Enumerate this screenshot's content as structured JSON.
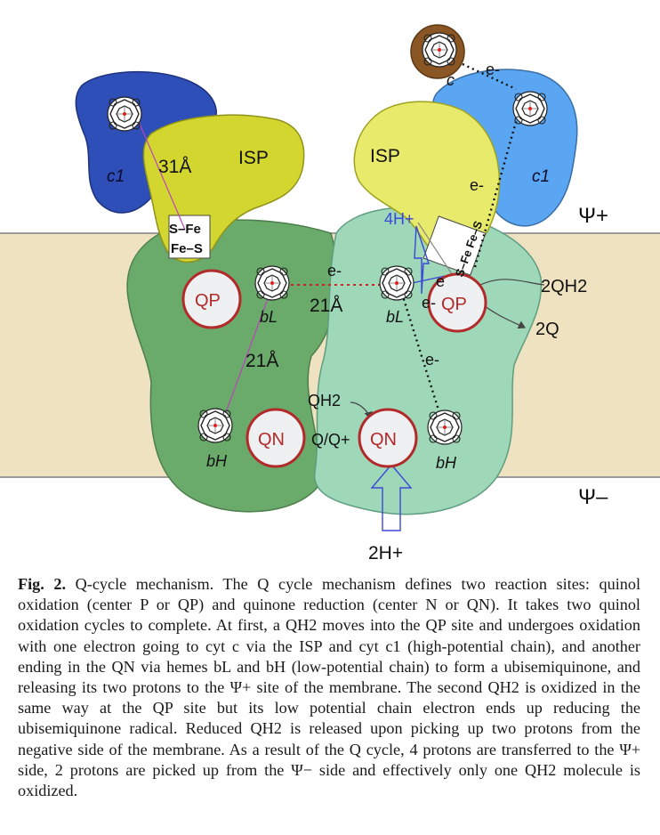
{
  "diagram": {
    "labels": {
      "c1_left": "c1",
      "c1_right": "c1",
      "c_top": "c",
      "distance_31": "31Å",
      "isp_left": "ISP",
      "isp_right": "ISP",
      "fes_left_top": "S–Fe",
      "fes_left_bottom": "Fe–S",
      "fes_right": "S–Fe Fe–S",
      "psi_plus": "Ψ+",
      "psi_minus": "Ψ–",
      "qp_left": "QP",
      "qp_right": "QP",
      "qn_left": "QN",
      "qn_right": "QN",
      "bl_left": "bL",
      "bl_right": "bL",
      "bh_left": "bH",
      "bh_right": "bH",
      "distance_21_center": "21Å",
      "distance_21_left": "21Å",
      "electron_center": "e-",
      "electron_top": "e-",
      "electron_isp": "e-",
      "electron_right_qp": "e-",
      "electron_low_right": "e-",
      "electron_qp_e": "e",
      "protons_4h": "4H+",
      "protons_2h": "2H+",
      "qh2_2": "2QH2",
      "q_2": "2Q",
      "qh2": "QH2",
      "q_qplus": "Q/Q+"
    },
    "colors": {
      "membrane": "#efe2c0",
      "membrane_line": "#9a9a9a",
      "cytb_left": "#6aaa6a",
      "cytb_right": "#9ed8b8",
      "isp": "#d3d62e",
      "c1_left": "#2e4eb8",
      "c1_right": "#5aa6f2",
      "cyt_c": "#8a5624",
      "site_ring": "#b22a2a",
      "site_fill": "#eef0f2",
      "electron_path": "#cc2222",
      "proton_arrow": "#3b47d8"
    }
  },
  "caption": {
    "label": "Fig. 2.",
    "text": "Q-cycle mechanism. The Q cycle mechanism defines two reaction sites: quinol oxidation (center P or QP) and quinone reduction (center N or QN). It takes two quinol oxidation cycles to complete. At first, a QH2 moves into the QP site and undergoes oxidation with one electron going to cyt c via the ISP and cyt c1 (high-potential chain), and another ending in the QN via hemes bL and bH (low-potential chain) to form a ubisemiquinone, and releasing its two protons to the Ψ+ site of the membrane. The second QH2 is oxidized in the same way at the QP site but its low potential chain electron ends up reducing the ubisemiquinone radical. Reduced QH2 is released upon picking up two protons from the negative side of the membrane. As a result of the Q cycle, 4 protons are transferred to the Ψ+ side, 2 protons are picked up from the Ψ− side and effectively only one QH2 molecule is oxidized."
  }
}
